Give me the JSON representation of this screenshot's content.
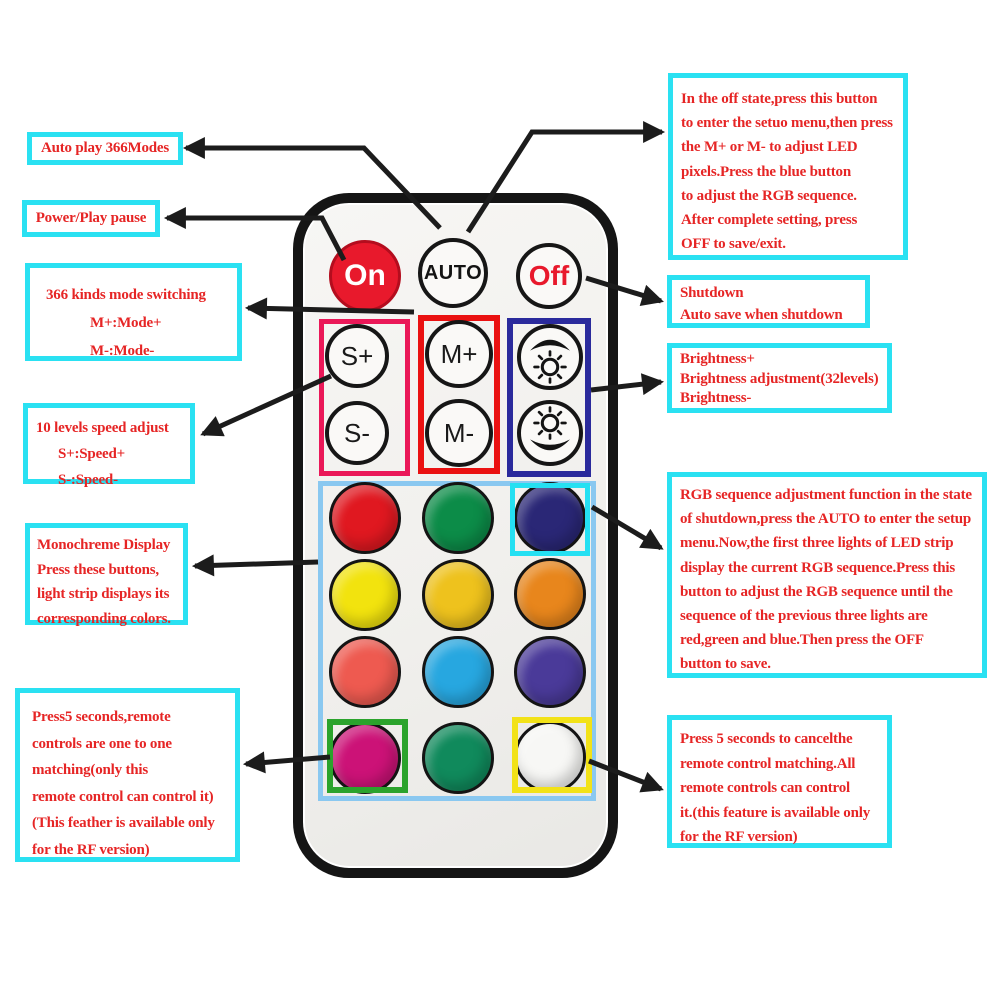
{
  "palette": {
    "callout_border": "#2ae1f2",
    "callout_text": "#e62525",
    "arrow": "#1c1c1c",
    "remote_body": "#f2f1ee",
    "remote_border": "#151515",
    "on_button_red": "#e8192c",
    "speed_group_outline": "#ea1858",
    "mode_group_outline": "#ea1111",
    "brightness_group_outline": "#2a2a9c",
    "color_grid_outline": "#8ac8f0",
    "blue_button_highlight": "#25e0f2",
    "magenta_button_highlight": "#2ba32c",
    "white_button_highlight": "#f2e218"
  },
  "remote": {
    "on_label": "On",
    "auto_label": "AUTO",
    "off_label": "Off",
    "s_plus_label": "S+",
    "m_plus_label": "M+",
    "s_minus_label": "S-",
    "m_minus_label": "M-",
    "brightness_up_icon": "sun-with-up-arrow",
    "brightness_down_icon": "sun-with-down-arrow",
    "color_buttons": [
      {
        "name": "red",
        "hex": "#e01820"
      },
      {
        "name": "green",
        "hex": "#0c8c48"
      },
      {
        "name": "dark-blue",
        "hex": "#2a2776",
        "highlight": "cyan-box"
      },
      {
        "name": "yellow",
        "hex": "#f2e30e"
      },
      {
        "name": "amber",
        "hex": "#eec21d"
      },
      {
        "name": "orange",
        "hex": "#e8861c"
      },
      {
        "name": "coral",
        "hex": "#ee5a50"
      },
      {
        "name": "sky-blue",
        "hex": "#27a7e0"
      },
      {
        "name": "indigo",
        "hex": "#4a3a99"
      },
      {
        "name": "magenta",
        "hex": "#cc1277",
        "highlight": "green-box"
      },
      {
        "name": "teal-green",
        "hex": "#108a5c"
      },
      {
        "name": "white",
        "hex": "#f7f7f5",
        "highlight": "yellow-box"
      }
    ]
  },
  "callouts": {
    "auto_play": {
      "lines": [
        "Auto play 366Modes"
      ]
    },
    "power": {
      "lines": [
        "Power/Play pause"
      ]
    },
    "mode_switching": {
      "lines": [
        "366 kinds mode switching",
        "M+:Mode+",
        "M-:Mode-"
      ]
    },
    "speed_adjust": {
      "lines": [
        "10 levels speed adjust",
        "S+:Speed+",
        "S-:Speed-"
      ]
    },
    "monochrome": {
      "lines": [
        "Monochreme Display",
        "Press these buttons,",
        "light strip displays its",
        "corresponding colors."
      ]
    },
    "pairing": {
      "lines": [
        "Press5 seconds,remote",
        "controls are one to one",
        "matching(only this",
        "remote control can control it)",
        "(This feather is available only",
        "for the RF version)"
      ]
    },
    "setup_menu": {
      "lines": [
        "In the off state,press this button",
        "to enter the setuo menu,then press",
        "the M+ or M- to adjust LED",
        "pixels.Press the blue button",
        "to adjust the RGB sequence.",
        "After complete setting, press",
        "OFF to save/exit."
      ]
    },
    "shutdown": {
      "lines": [
        "Shutdown",
        "Auto save when shutdown"
      ]
    },
    "brightness": {
      "lines": [
        "Brightness+",
        "Brightness adjustment(32levels)",
        "Brightness-"
      ]
    },
    "rgb_sequence": {
      "lines": [
        "RGB sequence adjustment function in the state",
        "of shutdown,press the AUTO to enter the setup",
        "menu.Now,the first three lights of LED strip",
        "display the current RGB sequence.Press this",
        "button to adjust the RGB sequence until the",
        "sequence of the previous three lights are",
        "red,green and blue.Then press the OFF",
        "button to save."
      ]
    },
    "cancel_pairing": {
      "lines": [
        "Press 5 seconds to cancelthe",
        "remote control matching.All",
        "remote controls can control",
        " it.(this feature is available only",
        "for the RF version)"
      ]
    }
  }
}
